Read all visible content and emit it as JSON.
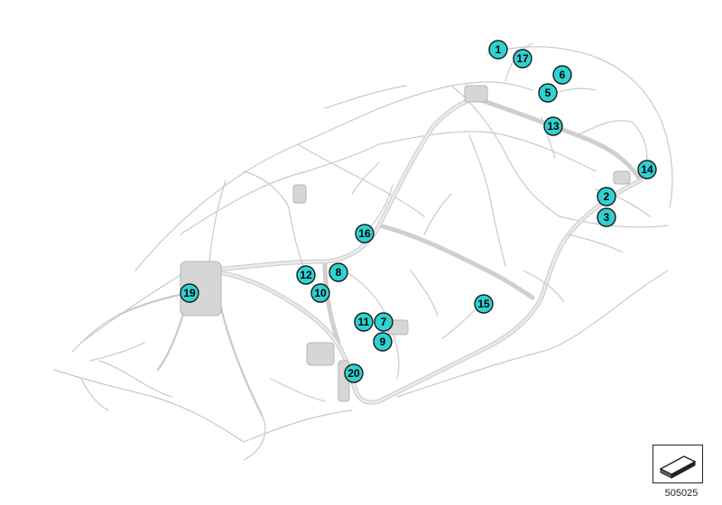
{
  "diagram": {
    "callouts": [
      {
        "label": "1"
      },
      {
        "label": "17"
      },
      {
        "label": "6"
      },
      {
        "label": "5"
      },
      {
        "label": "13"
      },
      {
        "label": "14"
      },
      {
        "label": "2"
      },
      {
        "label": "3"
      },
      {
        "label": "16"
      },
      {
        "label": "12"
      },
      {
        "label": "8"
      },
      {
        "label": "10"
      },
      {
        "label": "19"
      },
      {
        "label": "15"
      },
      {
        "label": "11"
      },
      {
        "label": "7"
      },
      {
        "label": "9"
      },
      {
        "label": "20"
      }
    ],
    "reference_number": "505025",
    "callout_color": "#2fd1d1",
    "wire_color": "#c9c9c9"
  }
}
